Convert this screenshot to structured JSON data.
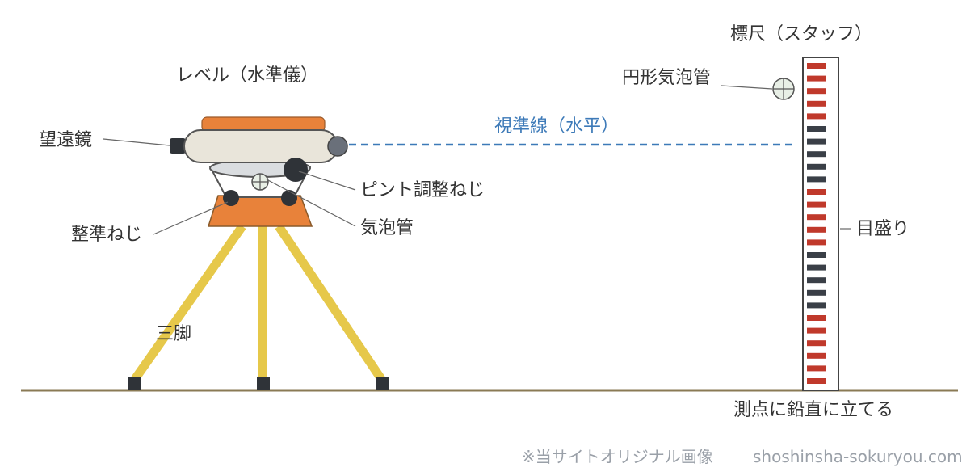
{
  "title": "レベル（水準儀）",
  "labels": {
    "telescope": "望遠鏡",
    "focus_screw": "ピント調整ねじ",
    "bubble_tube": "気泡管",
    "leveling_screw": "整準ねじ",
    "tripod": "三脚",
    "line_of_sight": "視準線（水平）",
    "staff_title": "標尺（スタッフ）",
    "circular_bubble": "円形気泡管",
    "graduation": "目盛り",
    "staff_note": "測点に鉛直に立てる"
  },
  "footer": {
    "credit": "※当サイトオリジナル画像",
    "site": "shoshinsha-sokuryou.com"
  },
  "colors": {
    "orange": "#e8823a",
    "body": "#e9e5da",
    "tripod": "#e6c84a",
    "sight_line": "#3d7ab8",
    "staff_red": "#c0392b",
    "staff_dark": "#3a3f47",
    "ground": "#8a7a55"
  },
  "staff": {
    "mark_count": 26,
    "mark_colors": [
      "red",
      "red",
      "red",
      "red",
      "red",
      "dark",
      "dark",
      "dark",
      "dark",
      "dark",
      "red",
      "red",
      "red",
      "red",
      "red",
      "dark",
      "dark",
      "dark",
      "dark",
      "dark",
      "red",
      "red",
      "red",
      "red",
      "red",
      "red"
    ]
  }
}
